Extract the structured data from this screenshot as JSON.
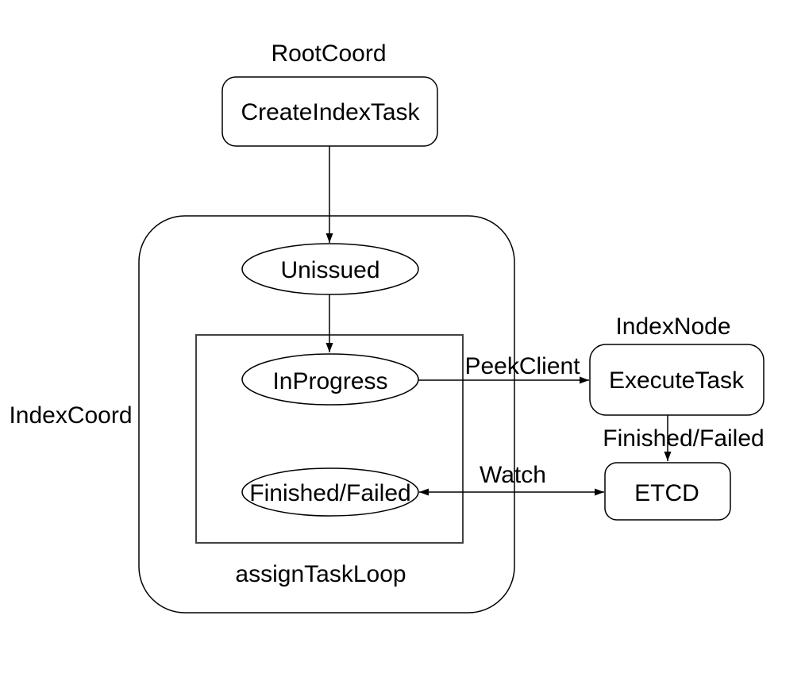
{
  "diagram": {
    "colors": {
      "background": "#ffffff",
      "stroke": "#000000",
      "inner_box_stroke": "#424242",
      "text": "#000000"
    },
    "containers": {
      "root_coord": {
        "label": "RootCoord"
      },
      "index_coord": {
        "label": "IndexCoord"
      },
      "index_node": {
        "label": "IndexNode"
      },
      "assign_task_loop": {
        "label": "assignTaskLoop"
      }
    },
    "nodes": {
      "create_index_task": {
        "label": "CreateIndexTask",
        "shape": "rounded-rect"
      },
      "unissued": {
        "label": "Unissued",
        "shape": "ellipse"
      },
      "in_progress": {
        "label": "InProgress",
        "shape": "ellipse"
      },
      "finished_failed_state": {
        "label": "Finished/Failed",
        "shape": "ellipse"
      },
      "execute_task": {
        "label": "ExecuteTask",
        "shape": "rounded-rect"
      },
      "etcd": {
        "label": "ETCD",
        "shape": "rounded-rect"
      }
    },
    "edges": [
      {
        "from": "create_index_task",
        "to": "unissued",
        "label": "",
        "bidirectional": false
      },
      {
        "from": "unissued",
        "to": "in_progress",
        "label": "",
        "bidirectional": false
      },
      {
        "from": "in_progress",
        "to": "execute_task",
        "label": "PeekClient",
        "bidirectional": false
      },
      {
        "from": "execute_task",
        "to": "etcd",
        "label": "Finished/Failed",
        "bidirectional": false
      },
      {
        "from": "etcd",
        "to": "finished_failed_state",
        "label": "Watch",
        "bidirectional": true
      }
    ]
  }
}
